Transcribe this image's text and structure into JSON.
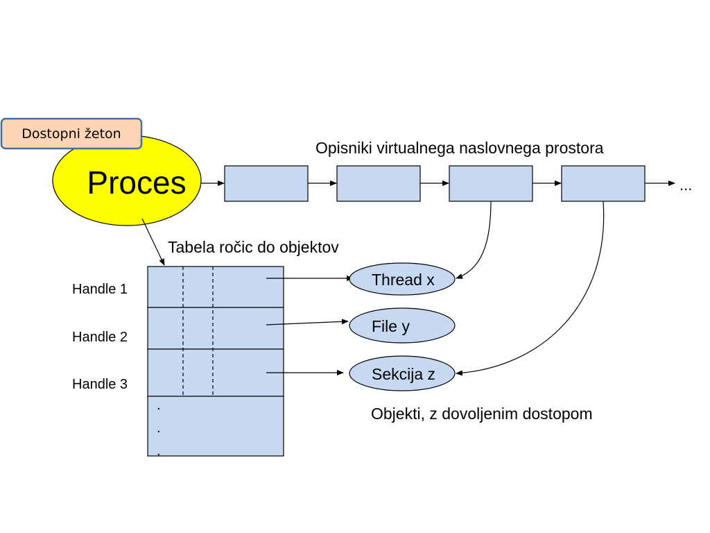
{
  "colors": {
    "process_fill": "#ffff00",
    "token_fill": "#fbd5b5",
    "token_border": "#41719c",
    "box_fill": "#c6d9f1",
    "object_fill": "#c6d9f1"
  },
  "token": {
    "label": "Dostopni žeton"
  },
  "process": {
    "label": "Proces"
  },
  "vad": {
    "title": "Opisniki virtualnega naslovnega prostora",
    "ellipsis": "..."
  },
  "handle_table": {
    "title": "Tabela ročic do objektov",
    "handles": [
      {
        "label": "Handle 1"
      },
      {
        "label": "Handle 2"
      },
      {
        "label": "Handle 3"
      }
    ],
    "more_dots": ".\n.\n."
  },
  "objects": {
    "items": [
      {
        "label": "Thread x"
      },
      {
        "label": "File y"
      },
      {
        "label": "Sekcija z"
      }
    ],
    "caption": "Objekti, z dovoljenim dostopom"
  }
}
